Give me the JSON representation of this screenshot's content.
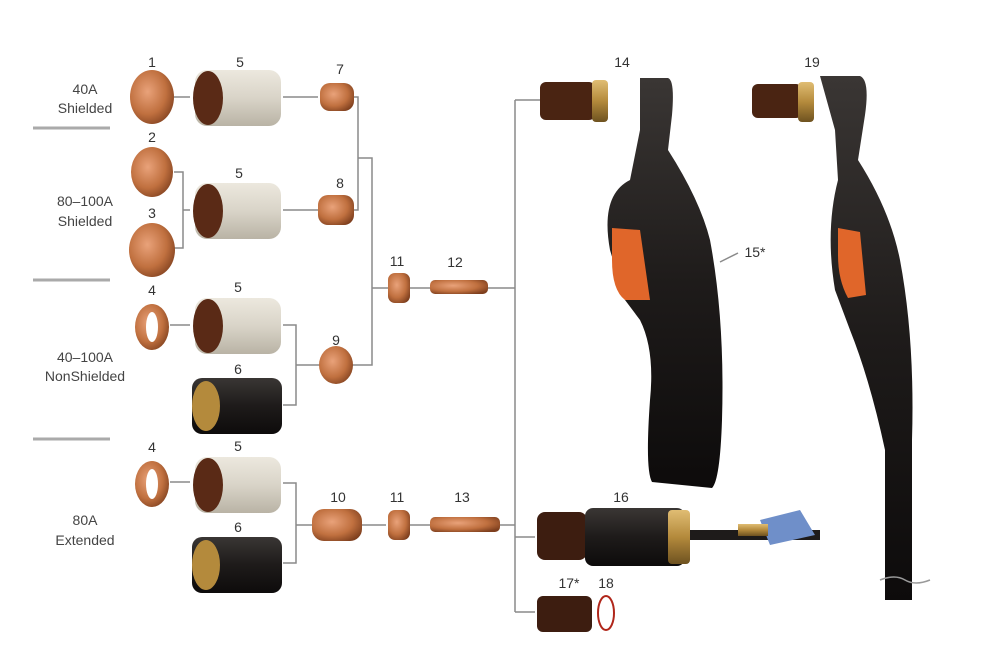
{
  "groups": [
    {
      "line1": "40A",
      "line2": "Shielded"
    },
    {
      "line1": "80–100A",
      "line2": "Shielded"
    },
    {
      "line1": "40–100A",
      "line2": "NonShielded"
    },
    {
      "line1": "80A",
      "line2": "Extended"
    }
  ],
  "part_labels": {
    "p1": "1",
    "p2": "2",
    "p3": "3",
    "p4a": "4",
    "p4b": "4",
    "p5a": "5",
    "p5b": "5",
    "p5c": "5",
    "p5d": "5",
    "p6a": "6",
    "p6b": "6",
    "p7": "7",
    "p8": "8",
    "p9": "9",
    "p10": "10",
    "p11a": "11",
    "p11b": "11",
    "p12": "12",
    "p13": "13",
    "p14": "14",
    "p15": "15*",
    "p16": "16",
    "p17": "17*",
    "p18": "18",
    "p19": "19"
  },
  "colors": {
    "copper": "#c0703f",
    "ceramic": "#d9d4c8",
    "black": "#1e1b1a",
    "trigger": "#e0662a",
    "brass": "#b48a3c"
  }
}
